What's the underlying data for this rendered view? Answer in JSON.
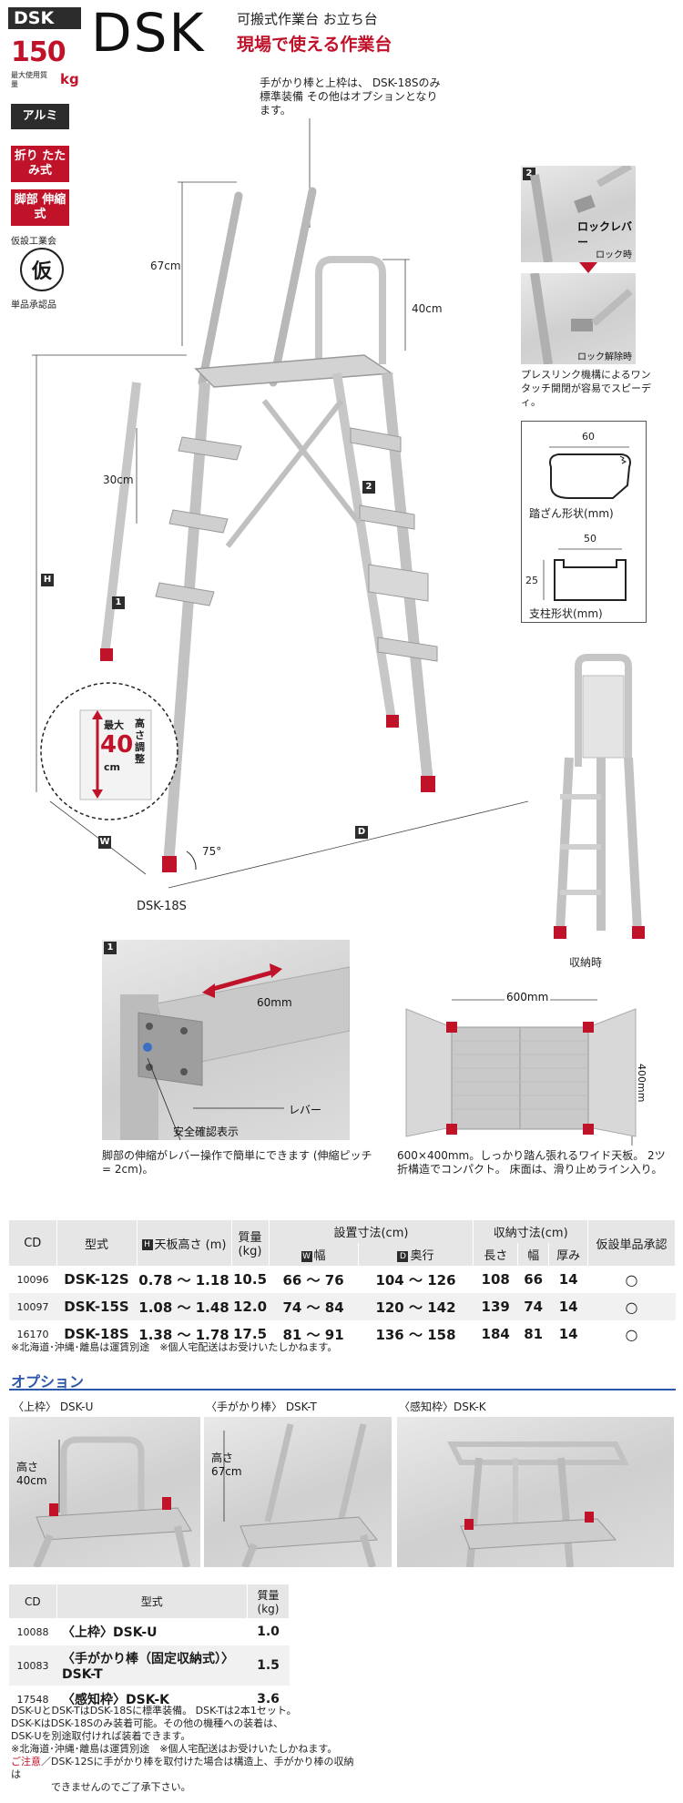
{
  "header": {
    "code_badge": "DSK",
    "title": "DSK",
    "subtitle": "可搬式作業台 お立ち台",
    "catch": "現場で使える作業台",
    "max_load_value": "150",
    "max_load_label": "最大使用質量",
    "max_load_unit": "kg",
    "tags": [
      "アルミ",
      "折り たたみ式",
      "脚部 伸縮式"
    ],
    "cert_org": "仮設工業会",
    "cert_seal": "仮",
    "cert_label": "単品承認品"
  },
  "main_figure": {
    "note_top": "手がかり棒と上枠は、 DSK-18Sのみ標準装備 その他はオプションとなります。",
    "dim_67": "67cm",
    "dim_40": "40cm",
    "dim_30": "30cm",
    "dim_H": "H",
    "dim_W": "W",
    "dim_D": "D",
    "angle": "75°",
    "mark_1": "1",
    "mark_2": "2",
    "height_adjust_max": "最大",
    "height_adjust_value": "40",
    "height_adjust_unit": "cm",
    "height_adjust_label": "高さ調整",
    "model_caption": "DSK-18S"
  },
  "side_figures": {
    "mark_2": "2",
    "lock_lever": "ロックレバー",
    "locked": "ロック時",
    "unlocked": "ロック解除時",
    "press_note": "プレスリンク機構によるワンタッチ開閉が容易でスピーディ。",
    "step_width": "60",
    "step_caption": "踏ざん形状(mm)",
    "post_width": "50",
    "post_height": "25",
    "post_caption": "支柱形状(mm)",
    "folded_caption": "収納時"
  },
  "detail_1": {
    "mark": "1",
    "dim_60mm": "60mm",
    "lever": "レバー",
    "safety": "安全確認表示",
    "caption": "脚部の伸縮がレバー操作で簡単にできます (伸縮ピッチ= 2cm)。"
  },
  "detail_top": {
    "dim_600": "600mm",
    "dim_400": "400mm",
    "caption": "600×400mm。しっかり踏ん張れるワイド天板。 2ツ折構造でコンパクト。 床面は、滑り止めライン入り。"
  },
  "spec_table": {
    "headers": {
      "cd": "CD",
      "model": "型式",
      "h_mark": "H",
      "height": "天板高さ (m)",
      "weight": "質量 (kg)",
      "setup": "設置寸法(cm)",
      "w_mark": "W",
      "width": "幅",
      "d_mark": "D",
      "depth": "奥行",
      "stored": "収納寸法(cm)",
      "s_len": "長さ",
      "s_w": "幅",
      "s_t": "厚み",
      "approval": "仮設単品承認"
    },
    "rows": [
      {
        "cd": "10096",
        "model": "DSK-12S",
        "height": "0.78 ～ 1.18",
        "weight": "10.5",
        "w": "66 ～ 76",
        "d": "104 ～ 126",
        "len": "108",
        "sw": "66",
        "t": "14",
        "approval": "○"
      },
      {
        "cd": "10097",
        "model": "DSK-15S",
        "height": "1.08 ～ 1.48",
        "weight": "12.0",
        "w": "74 ～ 84",
        "d": "120 ～ 142",
        "len": "139",
        "sw": "74",
        "t": "14",
        "approval": "○"
      },
      {
        "cd": "16170",
        "model": "DSK-18S",
        "height": "1.38 ～ 1.78",
        "weight": "17.5",
        "w": "81 ～ 91",
        "d": "136 ～ 158",
        "len": "184",
        "sw": "81",
        "t": "14",
        "approval": "○"
      }
    ],
    "note": "※北海道･沖縄･離島は運賃別途　※個人宅配送はお受けいたしかねます。"
  },
  "options": {
    "title": "オプション",
    "items": [
      {
        "label": "〈上枠〉 DSK-U",
        "height_label": "高さ 40cm"
      },
      {
        "label": "〈手がかり棒〉 DSK-T",
        "height_label": "高さ 67cm"
      },
      {
        "label": "〈感知枠〉DSK-K",
        "height_label": ""
      }
    ]
  },
  "option_table": {
    "headers": {
      "cd": "CD",
      "model": "型式",
      "weight": "質量 (kg)"
    },
    "rows": [
      {
        "cd": "10088",
        "model": "〈上枠〉DSK-U",
        "weight": "1.0"
      },
      {
        "cd": "10083",
        "model": "〈手がかり棒（固定収納式）〉DSK-T",
        "weight": "1.5"
      },
      {
        "cd": "17548",
        "model": "〈感知枠〉DSK-K",
        "weight": "3.6"
      }
    ]
  },
  "footer_notes": {
    "line1": "DSK-UとDSK-TはDSK-18Sに標準装備。 DSK-Tは2本1セット。",
    "line2": "DSK-KはDSK-18Sのみ装着可能。その他の機種への装着は、",
    "line3": "DSK-Uを別途取付ければ装着できます。",
    "line4": "※北海道･沖縄･離島は運賃別途　※個人宅配送はお受けいたしかねます。",
    "caution": "ご注意",
    "line5": "／DSK-12Sに手がかり棒を取付けた場合は構造上、手がかり棒の収納は",
    "line6": "できませんのでご了承下さい。"
  },
  "colors": {
    "accent_red": "#c0132a",
    "dark": "#2c2c2c",
    "blue": "#2b58a8"
  }
}
